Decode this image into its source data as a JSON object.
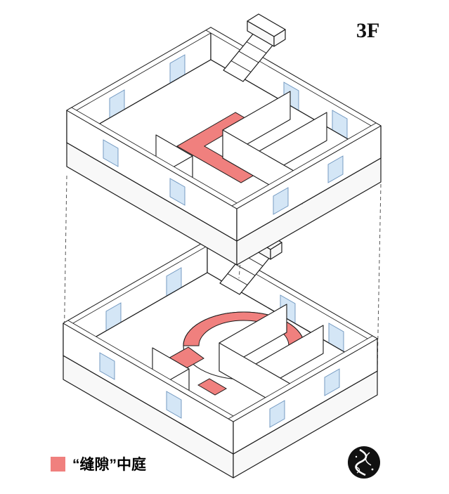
{
  "header": {
    "floor_label": "3F"
  },
  "legend": {
    "label": "“缝隙”中庭",
    "swatch_color": "#f0807e"
  },
  "colors": {
    "atrium_red": "#f0807e",
    "window_blue": "#d4e6f6",
    "window_stroke": "#6b93bd",
    "outline": "#1a1a1a",
    "logo_bg": "#111111"
  },
  "logo": {
    "name": "circular-ink-stamp-logo"
  }
}
